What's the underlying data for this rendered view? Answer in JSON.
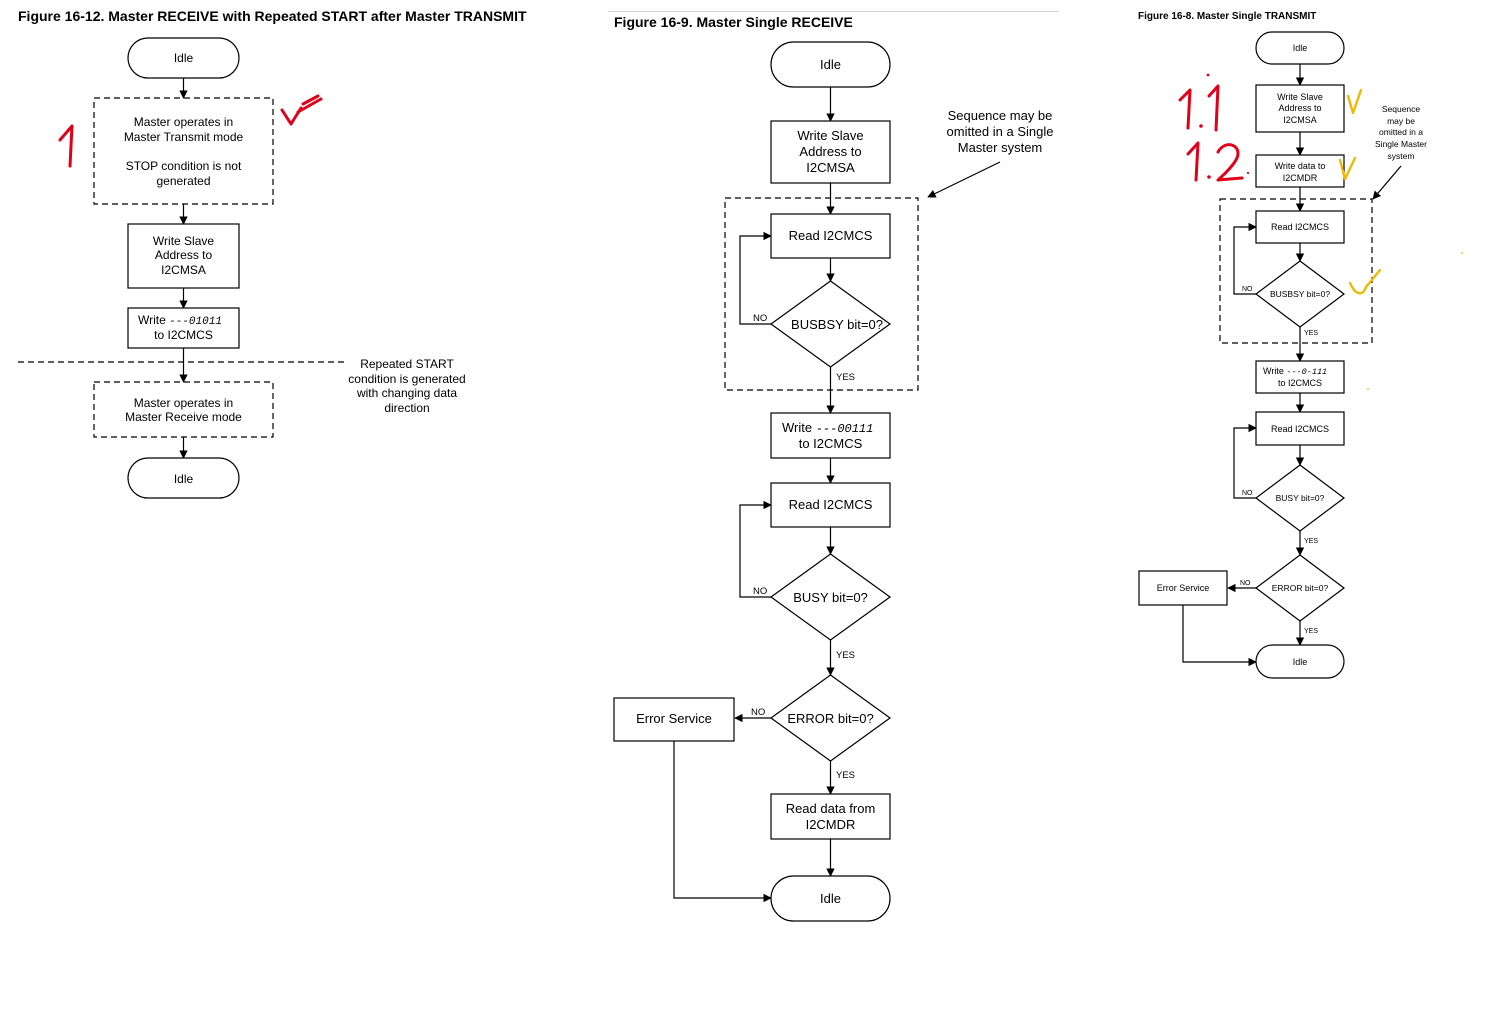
{
  "fig12": {
    "title": "Figure 16-12. Master RECEIVE with Repeated START after Master TRANSMIT",
    "idle": "Idle",
    "transmit_mode": [
      "Master operates in",
      "Master Transmit mode"
    ],
    "stop_note": [
      "STOP condition is not",
      "generated"
    ],
    "write_slave": [
      "Write Slave",
      "Address to",
      "I2CMSA"
    ],
    "write_label": "Write ",
    "write_code": "---01011",
    "write_target": "to I2CMCS",
    "repeated_start": [
      "Repeated START",
      "condition is generated",
      "with changing data",
      "direction"
    ],
    "receive_mode": [
      "Master operates in",
      "Master Receive mode"
    ],
    "idle_end": "Idle"
  },
  "fig9": {
    "title": "Figure 16-9. Master Single RECEIVE",
    "idle": "Idle",
    "write_slave": [
      "Write Slave",
      "Address to",
      "I2CMSA"
    ],
    "sequence_note": [
      "Sequence may be",
      "omitted in a Single",
      "Master system"
    ],
    "read_1": "Read I2CMCS",
    "busbsy": "BUSBSY bit=0?",
    "no_1": "NO",
    "yes_1": "YES",
    "write_label": "Write ",
    "write_code": "---00111",
    "write_target": "to I2CMCS",
    "read_2": "Read I2CMCS",
    "busy": "BUSY bit=0?",
    "no_2": "NO",
    "yes_2": "YES",
    "error": "ERROR bit=0?",
    "no_3": "NO",
    "yes_3": "YES",
    "error_service": "Error Service",
    "read_data": [
      "Read data from",
      "I2CMDR"
    ],
    "idle_end": "Idle"
  },
  "fig8": {
    "title": "Figure 16-8. Master Single TRANSMIT",
    "idle": "Idle",
    "write_slave": [
      "Write Slave",
      "Address to",
      "I2CMSA"
    ],
    "write_data": [
      "Write data to",
      "I2CMDR"
    ],
    "sequence_note": [
      "Sequence",
      "may be",
      "omitted in a",
      "Single Master",
      "system"
    ],
    "read_1": "Read I2CMCS",
    "busbsy": "BUSBSY bit=0?",
    "no_1": "NO",
    "yes_1": "YES",
    "write_label": "Write ",
    "write_code": "---0-111",
    "write_target": "to I2CMCS",
    "read_2": "Read I2CMCS",
    "busy": "BUSY bit=0?",
    "no_2": "NO",
    "yes_2": "YES",
    "error": "ERROR bit=0?",
    "no_3": "NO",
    "yes_3": "YES",
    "error_service": "Error Service",
    "idle_end": "Idle"
  },
  "annotations": {
    "step_1": "1",
    "step_1_1": "1.1",
    "step_1_2": "1.2",
    "ink_red": "#e1001a",
    "ink_yellow": "#f2b705"
  }
}
